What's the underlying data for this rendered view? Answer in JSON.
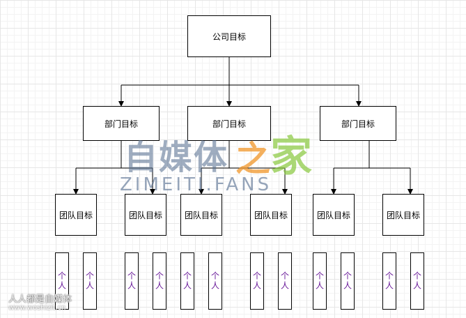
{
  "diagram": {
    "company": "公司目标",
    "departments": [
      "部门目标",
      "部门目标",
      "部门目标"
    ],
    "teams": [
      "团队目标",
      "团队目标",
      "团队目标",
      "团队目标",
      "团队目标",
      "团队目标"
    ],
    "person_label": "个人"
  },
  "watermark": {
    "main_cn": "自媒体",
    "zhi": "之",
    "jia": "家",
    "en": "ZIMEITI.FANS",
    "footer_cn": "人人都是自媒体",
    "footer_url": "www.woshizit.cn"
  },
  "colors": {
    "line": "#000000",
    "person_text": "#6a1b9a"
  }
}
